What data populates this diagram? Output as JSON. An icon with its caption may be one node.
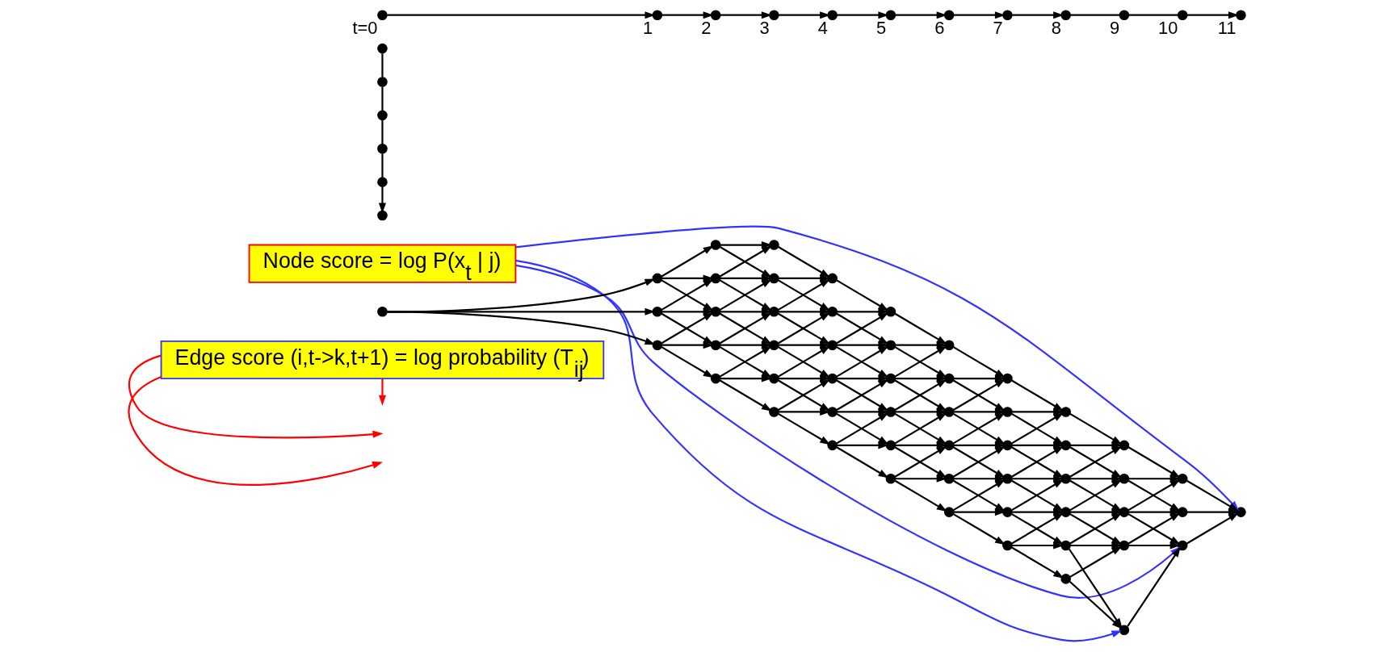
{
  "diagram": {
    "nodes": [
      {
        "text": [
          "Edge score (i,t->k,t+1) = log probability (T$_{ij}$)"
        ]
      },
      {
        "text": [
          "Node score = log P(x$_{t}$ | j)"
        ]
      },
      {
        "text": [],
        "shape": "circle"
      },
      {
        "text": [],
        "shape": "circle"
      },
      {
        "text": [],
        "shape": "circle"
      },
      {
        "text": [],
        "shape": "circle"
      },
      {
        "text": [],
        "shape": "circle"
      },
      {
        "text": [],
        "shape": "circle"
      },
      {
        "text": [],
        "shape": "circle"
      },
      {
        "text": [],
        "shape": "circle"
      },
      {
        "text": [],
        "shape": "circle"
      },
      {
        "text": [],
        "shape": "circle"
      },
      {
        "text": [],
        "shape": "circle"
      },
      {
        "text": [],
        "shape": "circle"
      },
      {
        "text": [],
        "shape": "circle"
      },
      {
        "text": [],
        "shape": "circle"
      },
      {
        "text": [],
        "shape": "circle"
      },
      {
        "text": [],
        "shape": "circle"
      },
      {
        "text": [],
        "shape": "circle"
      },
      {
        "text": [],
        "shape": "circle"
      },
      {
        "text": [],
        "shape": "circle"
      },
      {
        "text": [],
        "shape": "circle"
      },
      {
        "text": [],
        "shape": "circle"
      },
      {
        "text": [],
        "shape": "circle"
      },
      {
        "text": [],
        "shape": "circle"
      },
      {
        "text": [],
        "shape": "circle"
      },
      {
        "text": [],
        "shape": "circle"
      },
      {
        "text": [],
        "shape": "circle"
      },
      {
        "text": [],
        "shape": "circle"
      },
      {
        "text": [],
        "shape": "circle"
      },
      {
        "text": [],
        "shape": "circle"
      },
      {
        "text": [],
        "shape": "circle"
      },
      {
        "text": [],
        "shape": "circle"
      },
      {
        "text": [],
        "shape": "circle"
      },
      {
        "text": [],
        "shape": "circle"
      },
      {
        "text": [],
        "shape": "circle"
      },
      {
        "text": [],
        "shape": "circle"
      },
      {
        "text": [],
        "shape": "circle"
      },
      {
        "text": [],
        "shape": "circle"
      },
      {
        "text": [],
        "shape": "circle"
      },
      {
        "text": [],
        "shape": "circle"
      },
      {
        "text": [],
        "shape": "circle"
      },
      {
        "text": [],
        "shape": "circle"
      },
      {
        "text": [],
        "shape": "circle"
      },
      {
        "text": [],
        "shape": "circle"
      },
      {
        "text": [],
        "shape": "circle"
      },
      {
        "text": [],
        "shape": "circle"
      },
      {
        "text": [],
        "shape": "circle"
      },
      {
        "text": [],
        "shape": "circle"
      },
      {
        "text": [],
        "shape": "circle"
      },
      {
        "text": [],
        "shape": "circle"
      },
      {
        "text": [],
        "shape": "circle"
      },
      {
        "text": [],
        "shape": "circle"
      },
      {
        "text": [],
        "shape": "circle"
      },
      {
        "text": [],
        "shape": "circle"
      },
      {
        "text": [],
        "shape": "circle"
      },
      {
        "text": [],
        "shape": "circle"
      },
      {
        "text": [],
        "shape": "circle"
      },
      {
        "text": [],
        "shape": "circle"
      },
      {
        "text": [],
        "shape": "circle"
      },
      {
        "text": [],
        "shape": "circle"
      },
      {
        "text": [],
        "shape": "circle"
      },
      {
        "text": [],
        "shape": "circle",
        "beside": [
          "t=0"
        ]
      },
      {
        "text": [],
        "shape": "circle",
        "beside": [
          "1"
        ]
      },
      {
        "text": [],
        "shape": "circle",
        "beside": [
          "2"
        ]
      },
      {
        "text": [],
        "shape": "circle",
        "beside": [
          "3"
        ]
      },
      {
        "text": [],
        "shape": "circle",
        "beside": [
          "4"
        ]
      },
      {
        "text": [],
        "shape": "circle",
        "beside": [
          "5"
        ]
      },
      {
        "text": [],
        "shape": "circle",
        "beside": [
          "6"
        ]
      },
      {
        "text": [],
        "shape": "circle",
        "beside": [
          "7"
        ]
      },
      {
        "text": [],
        "shape": "circle",
        "beside": [
          "8"
        ]
      },
      {
        "text": [],
        "shape": "circle",
        "beside": [
          "9"
        ]
      },
      {
        "text": [],
        "shape": "circle",
        "beside": [
          "10"
        ]
      },
      {
        "text": [],
        "shape": "circle",
        "beside": [
          "11"
        ]
      }
    ],
    "edges": [
      {
        "from": 0,
        "to": null,
        "arrow": "to",
        "color": "#ff0000"
      },
      {
        "from": 0,
        "to": null,
        "arrow": "to",
        "color": "#ff0000"
      },
      {
        "from": 0,
        "to": null,
        "arrow": "to",
        "color": "#ff0000"
      },
      {
        "from": 1,
        "to": 16,
        "arrow": "to",
        "color": "#3333ff"
      },
      {
        "from": 1,
        "to": 34,
        "arrow": "to",
        "color": "#3333ff"
      },
      {
        "from": 1,
        "to": 52,
        "arrow": "to",
        "color": "#3333ff"
      },
      {
        "from": 7,
        "to": 6,
        "arrow": "none"
      },
      {
        "from": 6,
        "to": 5,
        "arrow": "none"
      },
      {
        "from": 5,
        "to": 4,
        "arrow": "none"
      },
      {
        "from": 4,
        "to": 3,
        "arrow": "none"
      },
      {
        "from": 3,
        "to": 2,
        "arrow": "to"
      },
      {
        "from": 53,
        "to": 54,
        "arrow": "to"
      },
      {
        "from": 54,
        "to": 55,
        "arrow": "to"
      },
      {
        "from": 55,
        "to": 56,
        "arrow": "to"
      },
      {
        "from": 56,
        "to": 57,
        "arrow": "to"
      },
      {
        "from": 57,
        "to": 58,
        "arrow": "to"
      },
      {
        "from": 58,
        "to": 59,
        "arrow": "to"
      },
      {
        "from": 59,
        "to": 60,
        "arrow": "to"
      },
      {
        "from": 60,
        "to": 61,
        "arrow": "to"
      },
      {
        "from": 53,
        "to": 44,
        "arrow": "to"
      },
      {
        "from": 54,
        "to": 45,
        "arrow": "to"
      },
      {
        "from": 55,
        "to": 46,
        "arrow": "to"
      },
      {
        "from": 56,
        "to": 47,
        "arrow": "to"
      },
      {
        "from": 57,
        "to": 48,
        "arrow": "to"
      },
      {
        "from": 58,
        "to": 49,
        "arrow": "to"
      },
      {
        "from": 59,
        "to": 50,
        "arrow": "to"
      },
      {
        "from": 60,
        "to": 51,
        "arrow": "to"
      },
      {
        "from": 61,
        "to": 52,
        "arrow": "to"
      },
      {
        "from": 53,
        "to": 35,
        "arrow": "to"
      },
      {
        "from": 54,
        "to": 36,
        "arrow": "to"
      },
      {
        "from": 55,
        "to": 37,
        "arrow": "to"
      },
      {
        "from": 56,
        "to": 38,
        "arrow": "to"
      },
      {
        "from": 57,
        "to": 39,
        "arrow": "to"
      },
      {
        "from": 58,
        "to": 40,
        "arrow": "to"
      },
      {
        "from": 59,
        "to": 41,
        "arrow": "to"
      },
      {
        "from": 60,
        "to": 42,
        "arrow": "to"
      },
      {
        "from": 61,
        "to": 43,
        "arrow": "to"
      },
      {
        "from": 44,
        "to": 45,
        "arrow": "to"
      },
      {
        "from": 45,
        "to": 46,
        "arrow": "to"
      },
      {
        "from": 46,
        "to": 47,
        "arrow": "to"
      },
      {
        "from": 47,
        "to": 48,
        "arrow": "to"
      },
      {
        "from": 48,
        "to": 49,
        "arrow": "to"
      },
      {
        "from": 49,
        "to": 50,
        "arrow": "to"
      },
      {
        "from": 50,
        "to": 51,
        "arrow": "to"
      },
      {
        "from": 51,
        "to": 52,
        "arrow": "to"
      },
      {
        "from": 44,
        "to": 36,
        "arrow": "to"
      },
      {
        "from": 45,
        "to": 37,
        "arrow": "to"
      },
      {
        "from": 46,
        "to": 38,
        "arrow": "to"
      },
      {
        "from": 47,
        "to": 39,
        "arrow": "to"
      },
      {
        "from": 48,
        "to": 40,
        "arrow": "to"
      },
      {
        "from": 49,
        "to": 41,
        "arrow": "to"
      },
      {
        "from": 50,
        "to": 42,
        "arrow": "to"
      },
      {
        "from": 51,
        "to": 43,
        "arrow": "to"
      },
      {
        "from": 44,
        "to": 26,
        "arrow": "to"
      },
      {
        "from": 45,
        "to": 27,
        "arrow": "to"
      },
      {
        "from": 46,
        "to": 28,
        "arrow": "to"
      },
      {
        "from": 47,
        "to": 29,
        "arrow": "to"
      },
      {
        "from": 48,
        "to": 30,
        "arrow": "to"
      },
      {
        "from": 49,
        "to": 31,
        "arrow": "to"
      },
      {
        "from": 50,
        "to": 32,
        "arrow": "to"
      },
      {
        "from": 51,
        "to": 33,
        "arrow": "to"
      },
      {
        "from": 52,
        "to": 34,
        "arrow": "to"
      },
      {
        "from": 35,
        "to": 36,
        "arrow": "to"
      },
      {
        "from": 36,
        "to": 37,
        "arrow": "to"
      },
      {
        "from": 37,
        "to": 38,
        "arrow": "to"
      },
      {
        "from": 38,
        "to": 39,
        "arrow": "to"
      },
      {
        "from": 39,
        "to": 40,
        "arrow": "to"
      },
      {
        "from": 40,
        "to": 41,
        "arrow": "to"
      },
      {
        "from": 41,
        "to": 42,
        "arrow": "to"
      },
      {
        "from": 42,
        "to": 43,
        "arrow": "to"
      },
      {
        "from": 35,
        "to": 26,
        "arrow": "to"
      },
      {
        "from": 36,
        "to": 27,
        "arrow": "to"
      },
      {
        "from": 37,
        "to": 28,
        "arrow": "to"
      },
      {
        "from": 38,
        "to": 29,
        "arrow": "to"
      },
      {
        "from": 39,
        "to": 30,
        "arrow": "to"
      },
      {
        "from": 40,
        "to": 31,
        "arrow": "to"
      },
      {
        "from": 41,
        "to": 32,
        "arrow": "to"
      },
      {
        "from": 42,
        "to": 33,
        "arrow": "to"
      },
      {
        "from": 43,
        "to": 34,
        "arrow": "to"
      },
      {
        "from": 35,
        "to": 17,
        "arrow": "to"
      },
      {
        "from": 36,
        "to": 18,
        "arrow": "to"
      },
      {
        "from": 37,
        "to": 19,
        "arrow": "to"
      },
      {
        "from": 38,
        "to": 20,
        "arrow": "to"
      },
      {
        "from": 39,
        "to": 21,
        "arrow": "to"
      },
      {
        "from": 40,
        "to": 22,
        "arrow": "to"
      },
      {
        "from": 41,
        "to": 23,
        "arrow": "to"
      },
      {
        "from": 42,
        "to": 24,
        "arrow": "to"
      },
      {
        "from": 43,
        "to": 25,
        "arrow": "to"
      },
      {
        "from": 26,
        "to": 27,
        "arrow": "to"
      },
      {
        "from": 27,
        "to": 28,
        "arrow": "to"
      },
      {
        "from": 28,
        "to": 29,
        "arrow": "to"
      },
      {
        "from": 29,
        "to": 30,
        "arrow": "to"
      },
      {
        "from": 30,
        "to": 31,
        "arrow": "to"
      },
      {
        "from": 31,
        "to": 32,
        "arrow": "to"
      },
      {
        "from": 32,
        "to": 33,
        "arrow": "to"
      },
      {
        "from": 33,
        "to": 34,
        "arrow": "to"
      },
      {
        "from": 26,
        "to": 18,
        "arrow": "to"
      },
      {
        "from": 27,
        "to": 19,
        "arrow": "to"
      },
      {
        "from": 28,
        "to": 20,
        "arrow": "to"
      },
      {
        "from": 29,
        "to": 21,
        "arrow": "to"
      },
      {
        "from": 30,
        "to": 22,
        "arrow": "to"
      },
      {
        "from": 31,
        "to": 23,
        "arrow": "to"
      },
      {
        "from": 32,
        "to": 24,
        "arrow": "to"
      },
      {
        "from": 33,
        "to": 25,
        "arrow": "to"
      },
      {
        "from": 26,
        "to": 8,
        "arrow": "to"
      },
      {
        "from": 27,
        "to": 9,
        "arrow": "to"
      },
      {
        "from": 28,
        "to": 10,
        "arrow": "to"
      },
      {
        "from": 29,
        "to": 11,
        "arrow": "to"
      },
      {
        "from": 30,
        "to": 12,
        "arrow": "to"
      },
      {
        "from": 31,
        "to": 13,
        "arrow": "to"
      },
      {
        "from": 32,
        "to": 14,
        "arrow": "to"
      },
      {
        "from": 33,
        "to": 15,
        "arrow": "to"
      },
      {
        "from": 34,
        "to": 16,
        "arrow": "to"
      },
      {
        "from": 17,
        "to": 18,
        "arrow": "to"
      },
      {
        "from": 18,
        "to": 19,
        "arrow": "to"
      },
      {
        "from": 19,
        "to": 20,
        "arrow": "to"
      },
      {
        "from": 20,
        "to": 21,
        "arrow": "to"
      },
      {
        "from": 21,
        "to": 22,
        "arrow": "to"
      },
      {
        "from": 22,
        "to": 23,
        "arrow": "to"
      },
      {
        "from": 23,
        "to": 24,
        "arrow": "to"
      },
      {
        "from": 24,
        "to": 25,
        "arrow": "to"
      },
      {
        "from": 17,
        "to": 8,
        "arrow": "to"
      },
      {
        "from": 18,
        "to": 9,
        "arrow": "to"
      },
      {
        "from": 19,
        "to": 10,
        "arrow": "to"
      },
      {
        "from": 20,
        "to": 11,
        "arrow": "to"
      },
      {
        "from": 21,
        "to": 12,
        "arrow": "to"
      },
      {
        "from": 22,
        "to": 13,
        "arrow": "to"
      },
      {
        "from": 23,
        "to": 14,
        "arrow": "to"
      },
      {
        "from": 24,
        "to": 15,
        "arrow": "to"
      },
      {
        "from": 25,
        "to": 16,
        "arrow": "to"
      },
      {
        "from": 8,
        "to": 9,
        "arrow": "to"
      },
      {
        "from": 9,
        "to": 10,
        "arrow": "to"
      },
      {
        "from": 10,
        "to": 11,
        "arrow": "to"
      },
      {
        "from": 11,
        "to": 12,
        "arrow": "to"
      },
      {
        "from": 12,
        "to": 13,
        "arrow": "to"
      },
      {
        "from": 13,
        "to": 14,
        "arrow": "to"
      },
      {
        "from": 14,
        "to": 15,
        "arrow": "to"
      },
      {
        "from": 15,
        "to": 16,
        "arrow": "to"
      },
      {
        "from": 62,
        "to": 63,
        "arrow": "to"
      },
      {
        "from": 63,
        "to": 64,
        "arrow": "to"
      },
      {
        "from": 64,
        "to": 65,
        "arrow": "to"
      },
      {
        "from": 65,
        "to": 66,
        "arrow": "to"
      },
      {
        "from": 66,
        "to": 67,
        "arrow": "to"
      },
      {
        "from": 67,
        "to": 68,
        "arrow": "to"
      },
      {
        "from": 68,
        "to": 69,
        "arrow": "to"
      },
      {
        "from": 69,
        "to": 70,
        "arrow": "to"
      },
      {
        "from": 70,
        "to": 71,
        "arrow": "none"
      },
      {
        "from": 71,
        "to": 72,
        "arrow": "none"
      },
      {
        "from": 72,
        "to": 73,
        "arrow": "to"
      }
    ]
  }
}
